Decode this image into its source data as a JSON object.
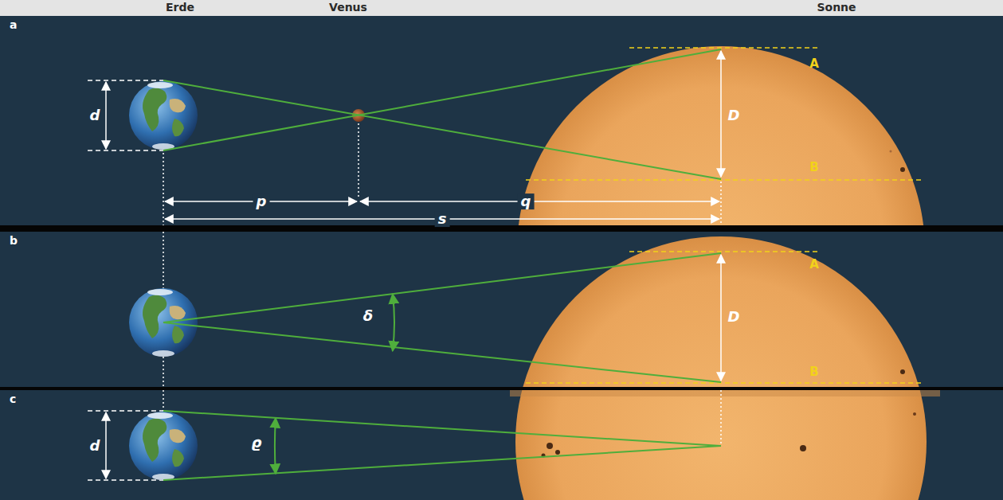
{
  "diagram": {
    "labels": [
      "Erde",
      "Venus",
      "Sonne",
      "a",
      "d",
      "A",
      "D",
      "B",
      "p",
      "q",
      "s",
      "b",
      "A",
      "δ",
      "D",
      "B",
      "c",
      "d",
      "ϱ"
    ]
  }
}
